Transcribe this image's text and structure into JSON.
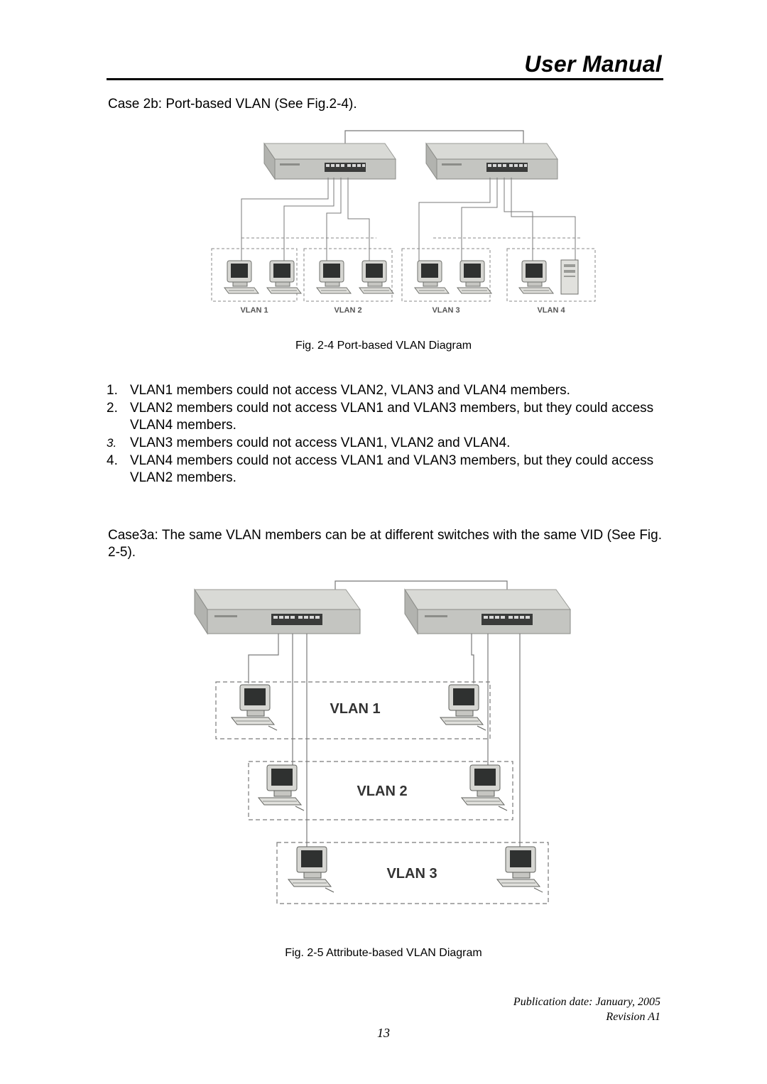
{
  "header": {
    "title": "User Manual"
  },
  "case2b": "Case 2b: Port-based VLAN (See Fig.2-4).",
  "figure1": {
    "vlan_labels": [
      "VLAN 1",
      "VLAN 2",
      "VLAN 3",
      "VLAN 4"
    ],
    "caption": "Fig. 2-4 Port-based VLAN Diagram"
  },
  "points": [
    {
      "num": "1.",
      "text": "VLAN1 members could not access VLAN2, VLAN3 and VLAN4 members."
    },
    {
      "num": "2.",
      "text": "VLAN2 members could not access VLAN1 and VLAN3 members, but they could access VLAN4 members."
    },
    {
      "num": "3.",
      "text": "VLAN3 members could not access VLAN1, VLAN2 and VLAN4."
    },
    {
      "num": "4.",
      "text": "VLAN4 members could not access VLAN1 and VLAN3 members, but they could access VLAN2 members."
    }
  ],
  "case3a": "Case3a: The same VLAN members can be at different switches with the same VID (See Fig. 2-5).",
  "figure2": {
    "vlan_labels": [
      "VLAN 1",
      "VLAN 2",
      "VLAN 3"
    ],
    "caption": "Fig. 2-5 Attribute-based VLAN Diagram"
  },
  "footer": {
    "publication": "Publication date: January, 2005",
    "revision": "Revision A1",
    "page_number": "13"
  }
}
